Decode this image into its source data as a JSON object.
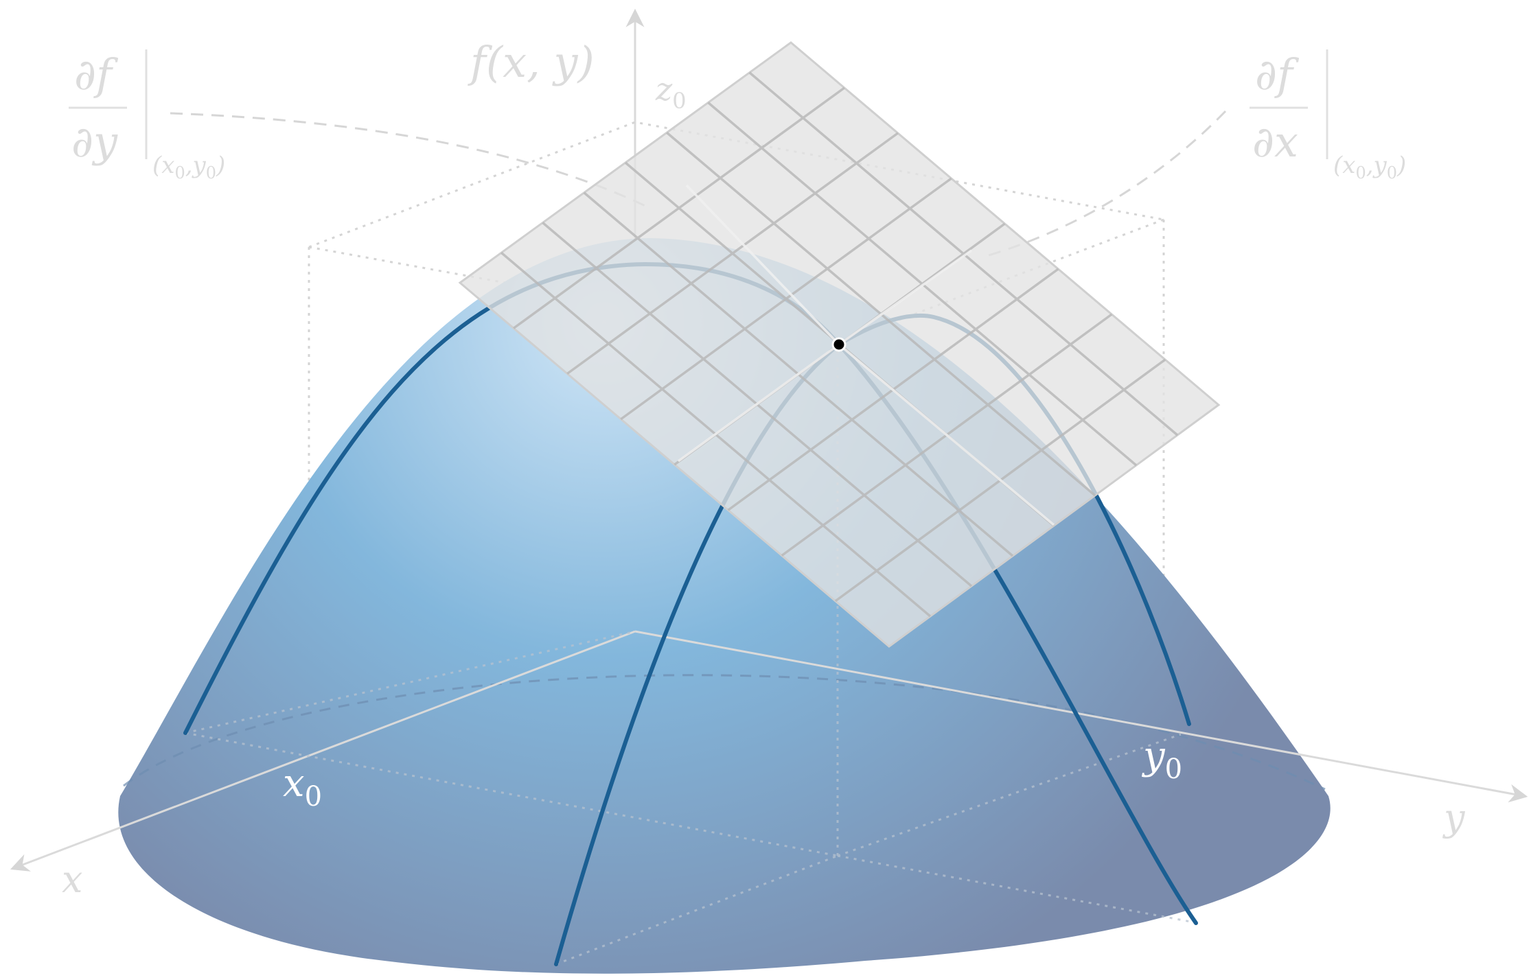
{
  "labels": {
    "fxy": "f(x, y)",
    "z0": "z",
    "z0_sub": "0",
    "x0": "x",
    "x0_sub": "0",
    "y0": "y",
    "y0_sub": "0",
    "x_axis": "x",
    "y_axis": "y",
    "dfdy_num": "∂f",
    "dfdy_den": "∂y",
    "dfdy_eval": "(x",
    "dfdy_eval_s1": "0",
    "dfdy_eval_mid": ",y",
    "dfdy_eval_s2": "0",
    "dfdy_eval_end": ")",
    "dfdx_num": "∂f",
    "dfdx_den": "∂x",
    "dfdx_eval": "(x",
    "dfdx_eval_s1": "0",
    "dfdx_eval_mid": ",y",
    "dfdx_eval_s2": "0",
    "dfdx_eval_end": ")"
  },
  "colors": {
    "surface_top": "#c8e2f4",
    "surface_mid": "#82b6da",
    "surface_bottom": "#7f92b0",
    "curve": "#1b5f93",
    "plane": "#e2e2e2",
    "plane_grid": "#bdbdbd",
    "guide": "#d2d2d2",
    "point": "#000000"
  },
  "icons": {
    "point": "tangent-point-icon"
  }
}
